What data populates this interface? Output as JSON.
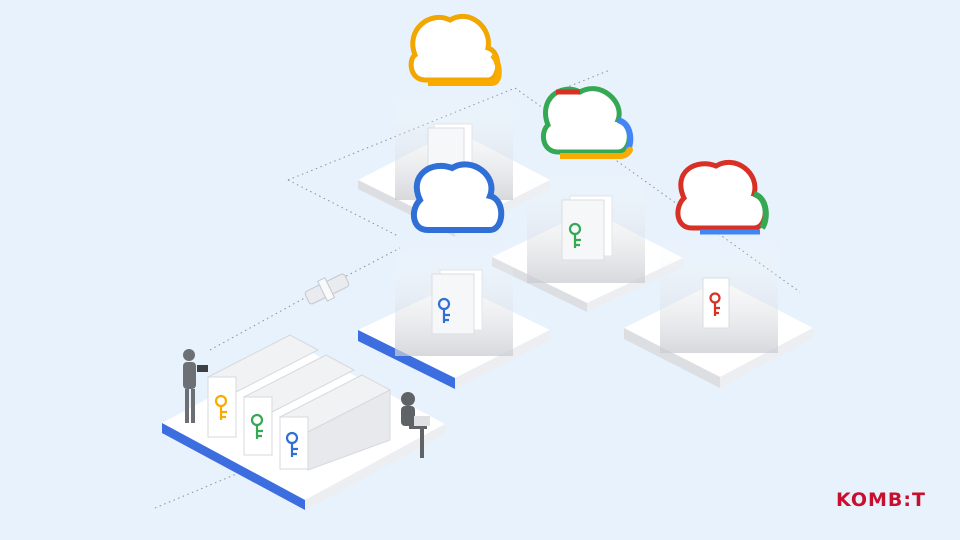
{
  "brand": {
    "logo_text": "KOMB:T",
    "logo_color": "#c8102e"
  },
  "colors": {
    "background": "#e8f2fc",
    "google_blue": "#2f6fd6",
    "google_red": "#d93025",
    "google_yellow": "#f2a600",
    "google_green": "#34a853",
    "accent_edge_blue": "#3d6ee0",
    "connector_line": "#8a9098"
  },
  "diagram": {
    "clouds": [
      {
        "name": "cloud-yellow",
        "colors": [
          "#f2a600",
          "#f9ab00"
        ]
      },
      {
        "name": "cloud-multicolor",
        "colors": [
          "#d93025",
          "#34a853",
          "#4285f4",
          "#f9ab00"
        ]
      },
      {
        "name": "cloud-blue",
        "colors": [
          "#2f6fd6"
        ]
      },
      {
        "name": "cloud-red-green",
        "colors": [
          "#d93025",
          "#34a853",
          "#4285f4"
        ]
      }
    ],
    "platforms": [
      {
        "name": "platform-top",
        "key_color": "#f9ab00"
      },
      {
        "name": "platform-middle",
        "key_color": "#34a853"
      },
      {
        "name": "platform-left-blue",
        "key_color": "#2f6fd6"
      },
      {
        "name": "platform-right",
        "key_color": "#d93025"
      },
      {
        "name": "platform-onprem",
        "key_colors": [
          "#f9ab00",
          "#34a853",
          "#2f6fd6"
        ]
      }
    ],
    "people": [
      "person-standing-with-tablet",
      "person-sitting-with-laptop"
    ],
    "connector": "plug-icon"
  }
}
